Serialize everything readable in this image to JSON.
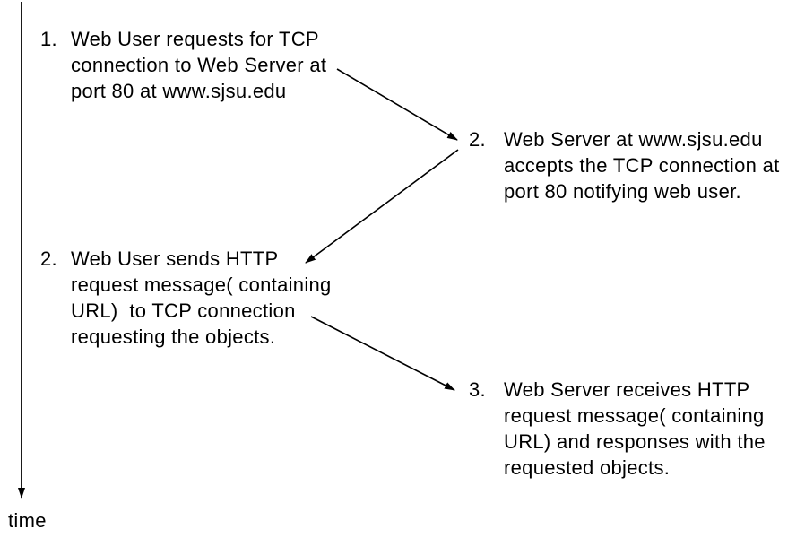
{
  "page": {
    "background": "#ffffff",
    "ink": "#000000"
  },
  "timeline": {
    "label": "time"
  },
  "steps": [
    {
      "number": "1.",
      "side": "left",
      "actor": "Web User",
      "text": "Web User requests for TCP\nconnection to Web Server at\nport 80 at www.sjsu.edu"
    },
    {
      "number": "2.",
      "side": "right",
      "actor": "Web Server",
      "text": "Web Server at www.sjsu.edu\naccepts the TCP connection at\nport 80 notifying web user."
    },
    {
      "number": "2.",
      "side": "left",
      "actor": "Web User",
      "text": "Web User sends HTTP\nrequest message( containing\nURL)  to TCP connection\nrequesting the objects."
    },
    {
      "number": "3.",
      "side": "right",
      "actor": "Web Server",
      "text": "Web Server receives HTTP\nrequest message( containing\nURL) and responses with the\nrequested objects."
    }
  ],
  "arrows": [
    {
      "from": "step-1-web-user-request",
      "to": "step-2-server-accepts"
    },
    {
      "from": "step-2-server-accepts",
      "to": "step-3-user-sends-http"
    },
    {
      "from": "step-3-user-sends-http",
      "to": "step-4-server-receives"
    }
  ]
}
